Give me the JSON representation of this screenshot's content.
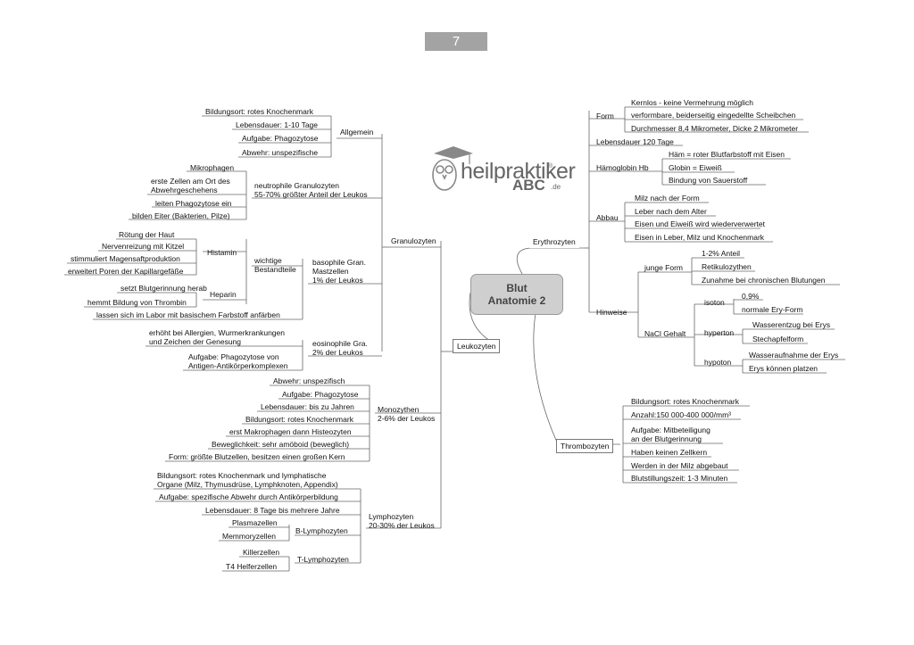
{
  "page_number": "7",
  "logo": {
    "main": "heilpraktiker",
    "abc": "ABC",
    "suffix": ".de",
    "reg": "®"
  },
  "center": {
    "line1": "Blut",
    "line2": "Anatomie 2"
  },
  "erythrozyten": {
    "label": "Erythrozyten",
    "form": {
      "label": "Form",
      "items": [
        "Kernlos - keine Vermehrung möglich",
        "verformbare, beiderseitig eingedellte Scheibchen",
        "Durchmesser 8,4 Mikrometer, Dicke 2 Mikrometer"
      ]
    },
    "lebensdauer": "Lebensdauer 120 Tage",
    "haemoglobin": {
      "label": "Hämoglobin Hb",
      "items": [
        "Häm = roter Blutfarbstoff mit Eisen",
        "Globin = Eiweiß",
        "Bindung von Sauerstoff"
      ]
    },
    "abbau": {
      "label": "Abbau",
      "items": [
        "Milz nach der Form",
        "Leber nach dem Alter",
        "Eisen und Eiweiß wird wiederverwertet",
        "Eisen in Leber, Milz und Knochenmark"
      ]
    },
    "hinweise": {
      "label": "Hinweise",
      "junge_form": {
        "label": "junge Form",
        "items": [
          "1-2% Anteil",
          "Retikulozythen",
          "Zunahme bei chronischen Blutungen"
        ]
      },
      "nacl": {
        "label": "NaCl Gehalt",
        "isoton": {
          "label": "isoton",
          "items": [
            "0,9%",
            "normale Ery-Form"
          ]
        },
        "hyperton": {
          "label": "hyperton",
          "items": [
            "Wasserentzug bei Erys",
            "Stechapfelform"
          ]
        },
        "hypoton": {
          "label": "hypoton",
          "items": [
            "Wasseraufnahme der Erys",
            "Erys können platzen"
          ]
        }
      }
    }
  },
  "thrombozyten": {
    "label": "Thrombozyten",
    "items": [
      "Bildungsort: rotes Knochenmark",
      "Anzahl:150 000-400 000/mm³",
      "Aufgabe:  Mitbeteiligung",
      "an der Blutgerinnung",
      "Haben keinen Zellkern",
      "Werden in der Milz abgebaut",
      "Blutstillungszeit: 1-3 Minuten"
    ]
  },
  "leukozyten": {
    "label": "Leukozyten",
    "granulozyten": {
      "label": "Granulozyten",
      "allgemein": {
        "label": "Allgemein",
        "items": [
          "Bildungsort: rotes Knochenmark",
          "Lebensdauer: 1-10 Tage",
          "Aufgabe: Phagozytose",
          "Abwehr: unspezifische"
        ]
      },
      "neutrophile": {
        "line1": "neutrophile  Granulozyten",
        "line2": "55-70% größter Anteil der Leukos",
        "items": [
          "Mikrophagen",
          "erste Zellen am Ort des",
          "Abwehrgeschehens",
          "leiten Phagozytose ein",
          "bilden Eiter (Bakterien, Pilze)"
        ]
      },
      "basophile": {
        "line1": "basophile  Gran.",
        "line2": "Mastzellen",
        "line3": "1% der Leukos",
        "bestandteile": {
          "line1": "wichtige",
          "line2": "Bestandteile",
          "histamin": {
            "label": "Histamin",
            "items": [
              "Rötung der Haut",
              "Nervenreizung mit Kitzel",
              "stimmuliert Magensaftproduktion",
              "erweitert Poren der Kapillargefäße"
            ]
          },
          "heparin": {
            "label": "Heparin",
            "items": [
              "setzt Blutgerinnung herab",
              "hemmt Bildung von Thrombin"
            ]
          }
        },
        "anfaerben": "lassen sich im Labor mit basischem Farbstoff anfärben"
      },
      "eosinophile": {
        "line1": "eosinophile  Gra.",
        "line2": "2% der Leukos",
        "items": [
          "erhöht bei Allergien, Wurmerkrankungen",
          "und Zeichen der Genesung",
          "Aufgabe:  Phagozytose  von",
          "Antigen-Antikörperkomplexen"
        ]
      }
    },
    "monozythen": {
      "line1": "Monozythen",
      "line2": "2-6% der Leukos",
      "items": [
        "Abwehr: unspezifisch",
        "Aufgabe: Phagozytose",
        "Lebensdauer: bis zu Jahren",
        "Bildungsort: rotes Knochenmark",
        "erst Makrophagen dann Histeozyten",
        "Beweglichkeit: sehr amöboid (beweglich)",
        "Form: größte Blutzellen, besitzen einen großen Kern"
      ]
    },
    "lymphozyten": {
      "line1": "Lymphozyten",
      "line2": "20-30% der Leukos",
      "items": [
        "Bildungsort: rotes Knochenmark und lymphatische",
        "Organe (Milz, Thymusdrüse, Lymphknoten, Appendix)",
        "Aufgabe: spezifische Abwehr durch Antikörperbildung",
        "Lebensdauer: 8 Tage bis mehrere Jahre"
      ],
      "b": {
        "label": "B-Lymphozyten",
        "items": [
          "Plasmazellen",
          "Memmoryzellen"
        ]
      },
      "t": {
        "label": "T-Lymphozyten",
        "items": [
          "Killerzellen",
          "T4 Helferzellen"
        ]
      }
    }
  }
}
